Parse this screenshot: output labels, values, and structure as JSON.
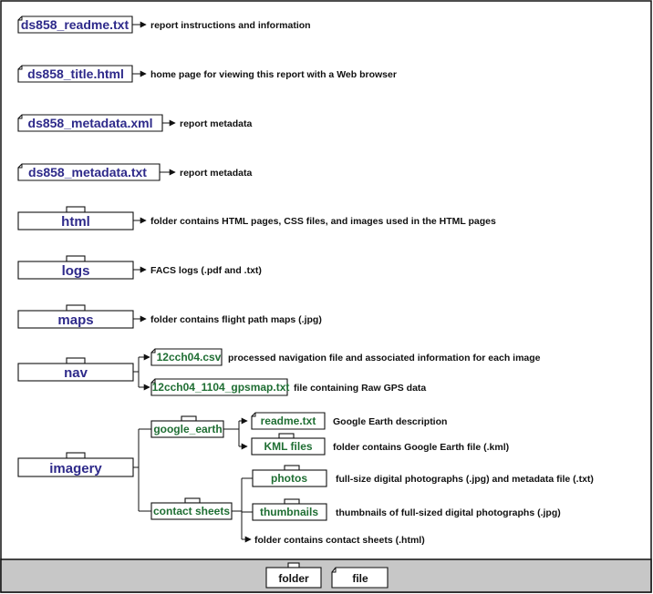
{
  "colors": {
    "navy_label": "#2e2a8a",
    "green_label": "#1f6e33",
    "legend_band": "#c7c7c7",
    "text": "#111111",
    "border": "#111111"
  },
  "root_files": [
    {
      "label": "ds858_readme.txt",
      "desc": "report instructions and information"
    },
    {
      "label": "ds858_title.html",
      "desc": "home page for viewing this report with a Web browser"
    },
    {
      "label": "ds858_metadata.xml",
      "desc": "report metadata"
    },
    {
      "label": "ds858_metadata.txt",
      "desc": "report metadata"
    }
  ],
  "root_folders": {
    "html": {
      "label": "html",
      "desc": "folder contains HTML pages, CSS files, and images used in the HTML pages"
    },
    "logs": {
      "label": "logs",
      "desc": "FACS logs (.pdf and .txt)"
    },
    "maps": {
      "label": "maps",
      "desc": "folder contains flight path maps (.jpg)"
    },
    "nav": {
      "label": "nav",
      "children": [
        {
          "label": "12cch04.csv",
          "desc": "processed navigation file and associated information for each image"
        },
        {
          "label": "12cch04_1104_gpsmap.txt",
          "desc": "file containing Raw GPS data"
        }
      ]
    },
    "imagery": {
      "label": "imagery",
      "google_earth": {
        "label": "google_earth",
        "readme": {
          "label": "readme.txt",
          "desc": "Google Earth description"
        },
        "kml": {
          "label": "KML files",
          "desc": "folder contains Google Earth file (.kml)"
        }
      },
      "contact_sheets": {
        "label": "contact sheets",
        "photos": {
          "label": "photos",
          "desc": "full-size digital photographs (.jpg) and metadata file (.txt)"
        },
        "thumbnails": {
          "label": "thumbnails",
          "desc": "thumbnails of full-sized digital photographs (.jpg)"
        },
        "desc": "folder contains contact sheets (.html)"
      }
    }
  },
  "legend": {
    "folder": "folder",
    "file": "file"
  }
}
